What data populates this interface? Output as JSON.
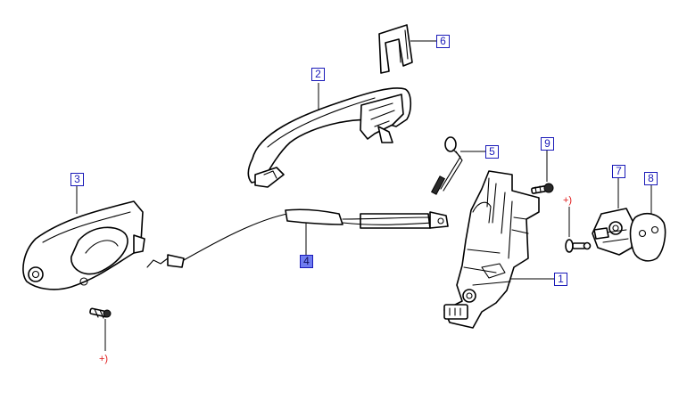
{
  "callouts": [
    {
      "id": "1",
      "label": "1"
    },
    {
      "id": "2",
      "label": "2"
    },
    {
      "id": "3",
      "label": "3"
    },
    {
      "id": "4",
      "label": "4",
      "selected": true
    },
    {
      "id": "5",
      "label": "5"
    },
    {
      "id": "6",
      "label": "6"
    },
    {
      "id": "7",
      "label": "7"
    },
    {
      "id": "8",
      "label": "8"
    },
    {
      "id": "9",
      "label": "9"
    }
  ],
  "notes": {
    "right": "+)",
    "left": "+)"
  },
  "colors": {
    "callout_border": "#1a1ab8",
    "callout_text": "#1a1ab8",
    "callout_selected_fill": "#6f7cf0",
    "note_text": "#e01818",
    "line_art": "#000000"
  }
}
